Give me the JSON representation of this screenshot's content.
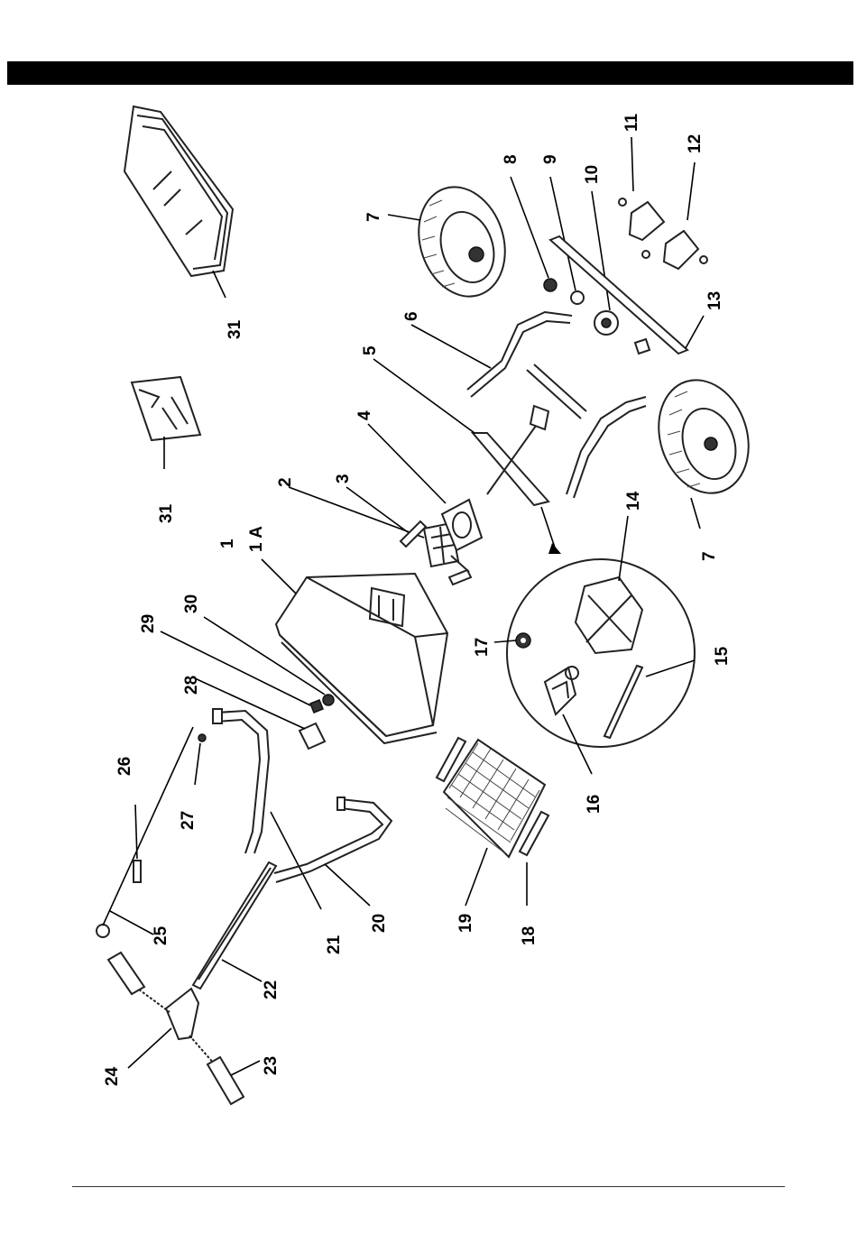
{
  "labels": {
    "p1": "1",
    "p1a": "1 A",
    "p2": "2",
    "p3": "3",
    "p4": "4",
    "p5": "5",
    "p6": "6",
    "p7a": "7",
    "p7b": "7",
    "p8": "8",
    "p9": "9",
    "p10": "10",
    "p11": "11",
    "p12": "12",
    "p13": "13",
    "p14": "14",
    "p15": "15",
    "p16": "16",
    "p17": "17",
    "p18": "18",
    "p19": "19",
    "p20": "20",
    "p21": "21",
    "p22": "22",
    "p23": "23",
    "p24": "24",
    "p25": "25",
    "p26": "26",
    "p27": "27",
    "p28": "28",
    "p29": "29",
    "p30": "30",
    "p31a": "31",
    "p31b": "31"
  },
  "colors": {
    "header_bar": "#000000",
    "line": "#222222"
  }
}
